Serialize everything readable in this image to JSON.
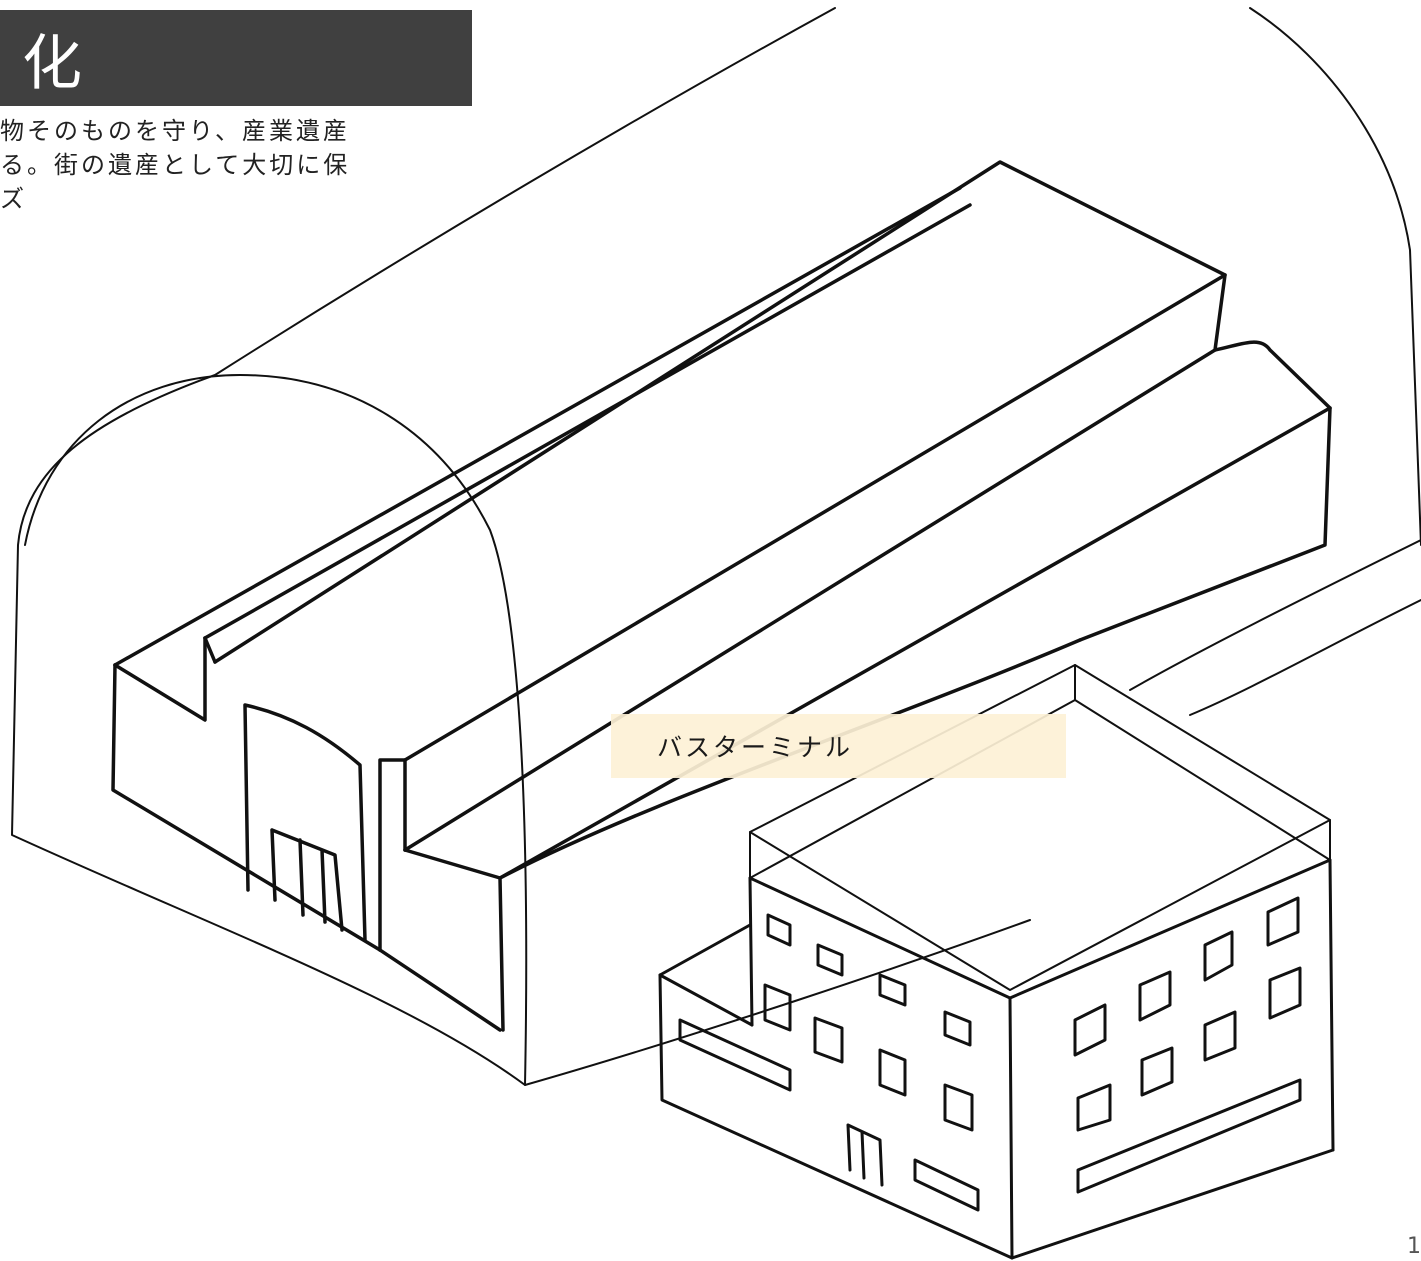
{
  "header": {
    "title": "化"
  },
  "description": {
    "lines": [
      "物そのものを守り、産業遺産",
      "る。街の遺産として大切に保",
      "ズ"
    ]
  },
  "sketch": {
    "label": "バスターミナル"
  },
  "footer": {
    "page_number": "1"
  },
  "colors": {
    "title_bar": "#404040",
    "label_highlight": "#fdf1d6"
  }
}
